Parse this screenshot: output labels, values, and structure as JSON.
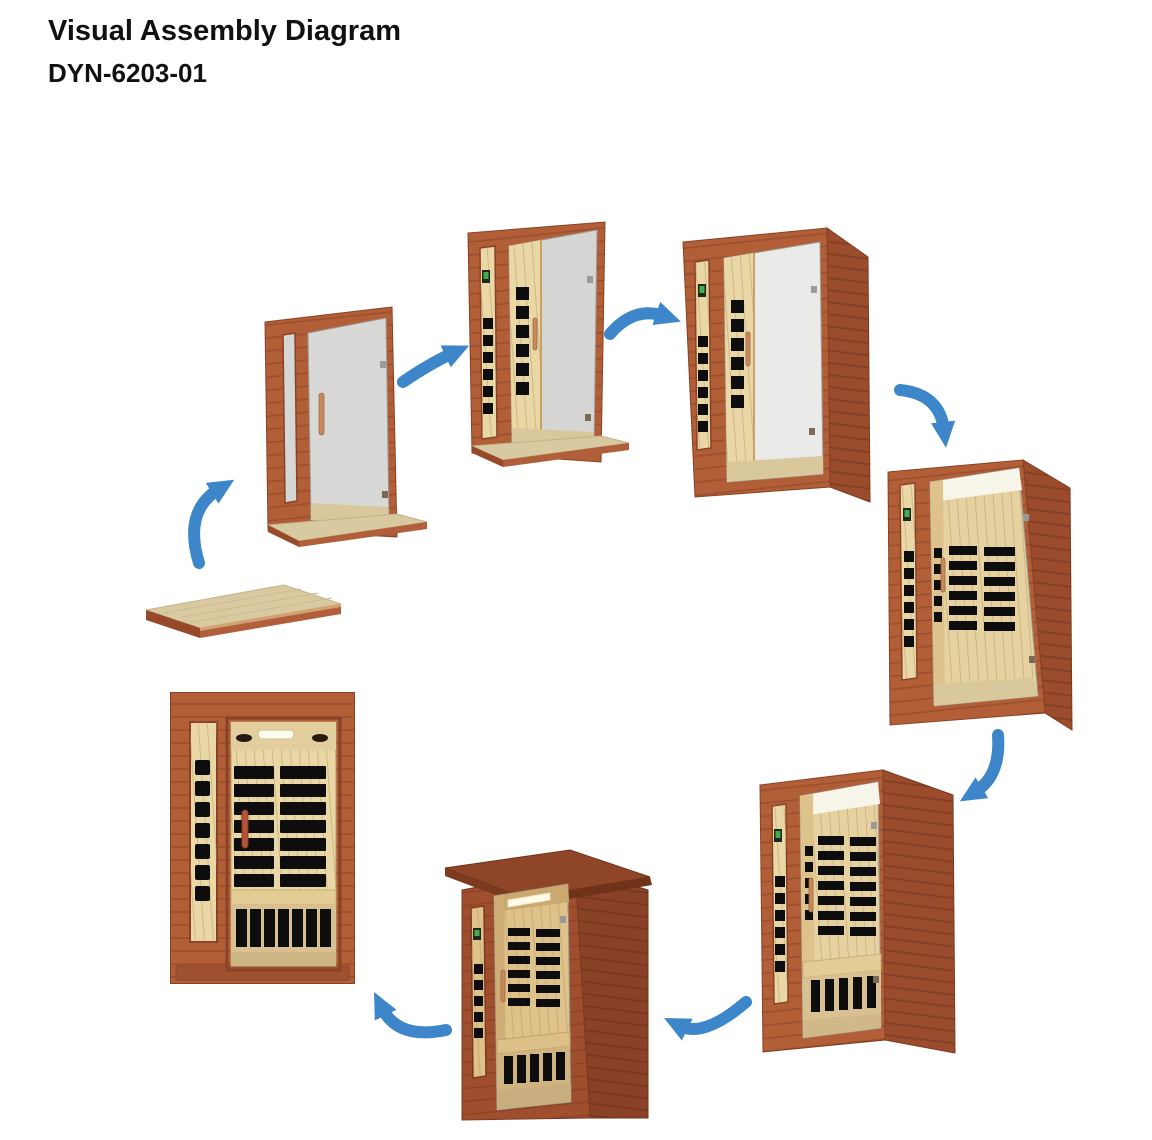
{
  "header": {
    "title": "Visual Assembly Diagram",
    "model": "DYN-6203-01"
  },
  "colors": {
    "background": "#ffffff",
    "text": "#111111",
    "arrow_blue": "#3c86c9",
    "wood_frame": "#b25f38",
    "wood_side": "#9a4c2c",
    "wood_base_edge": "#97492a",
    "wood_roof": "#8f4527",
    "wood_dark_cabin": "#a04f2e",
    "interior_wood": "#ead7a6",
    "floor_top": "#d9c9a0",
    "glass": "#d8d8d7",
    "heater_panel": "#0d0d0d",
    "bench": "#e3cc96",
    "door_handle": "#c8895f",
    "control_panel_green": "#3fae4a",
    "ceiling_light": "#fffbe8"
  },
  "diagram": {
    "type": "assembly-cycle",
    "steps": [
      {
        "order": 1,
        "id": "floor-panel"
      },
      {
        "order": 2,
        "id": "front-wall-with-door-on-floor"
      },
      {
        "order": 3,
        "id": "left-side-wall-added"
      },
      {
        "order": 4,
        "id": "right-side-wall-added"
      },
      {
        "order": 5,
        "id": "back-wall-with-heaters-added"
      },
      {
        "order": 6,
        "id": "bench-and-lower-heaters-installed"
      },
      {
        "order": 7,
        "id": "roof-and-ceiling-light-installed"
      },
      {
        "order": 8,
        "id": "completed-sauna-front-view"
      }
    ],
    "arrows": [
      {
        "from": 1,
        "to": 2
      },
      {
        "from": 2,
        "to": 3
      },
      {
        "from": 3,
        "to": 4
      },
      {
        "from": 4,
        "to": 5
      },
      {
        "from": 5,
        "to": 6
      },
      {
        "from": 6,
        "to": 7
      },
      {
        "from": 7,
        "to": 8
      }
    ]
  }
}
